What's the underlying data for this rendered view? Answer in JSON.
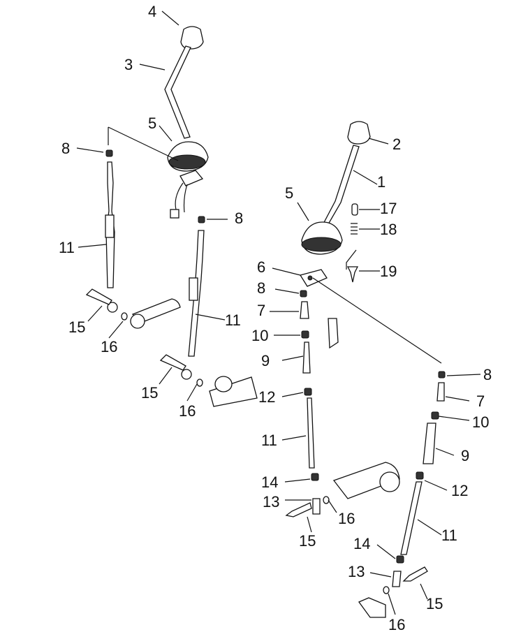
{
  "labels": {
    "l4": "4",
    "l3": "3",
    "l5a": "5",
    "l8a": "8",
    "l8b": "8",
    "l11a": "11",
    "l11b": "11",
    "l15a": "15",
    "l16a": "16",
    "l15b": "15",
    "l16b": "16",
    "l2": "2",
    "l1": "1",
    "l5b": "5",
    "l17": "17",
    "l18": "18",
    "l6": "6",
    "l19": "19",
    "l8c": "8",
    "l7a": "7",
    "l10a": "10",
    "l9a": "9",
    "l12a": "12",
    "l11c": "11",
    "l14a": "14",
    "l13a": "13",
    "l16c": "16",
    "l15c": "15",
    "l8d": "8",
    "l7b": "7",
    "l10b": "10",
    "l9b": "9",
    "l12b": "12",
    "l11d": "11",
    "l14b": "14",
    "l13b": "13",
    "l15d": "15",
    "l16d": "16"
  }
}
